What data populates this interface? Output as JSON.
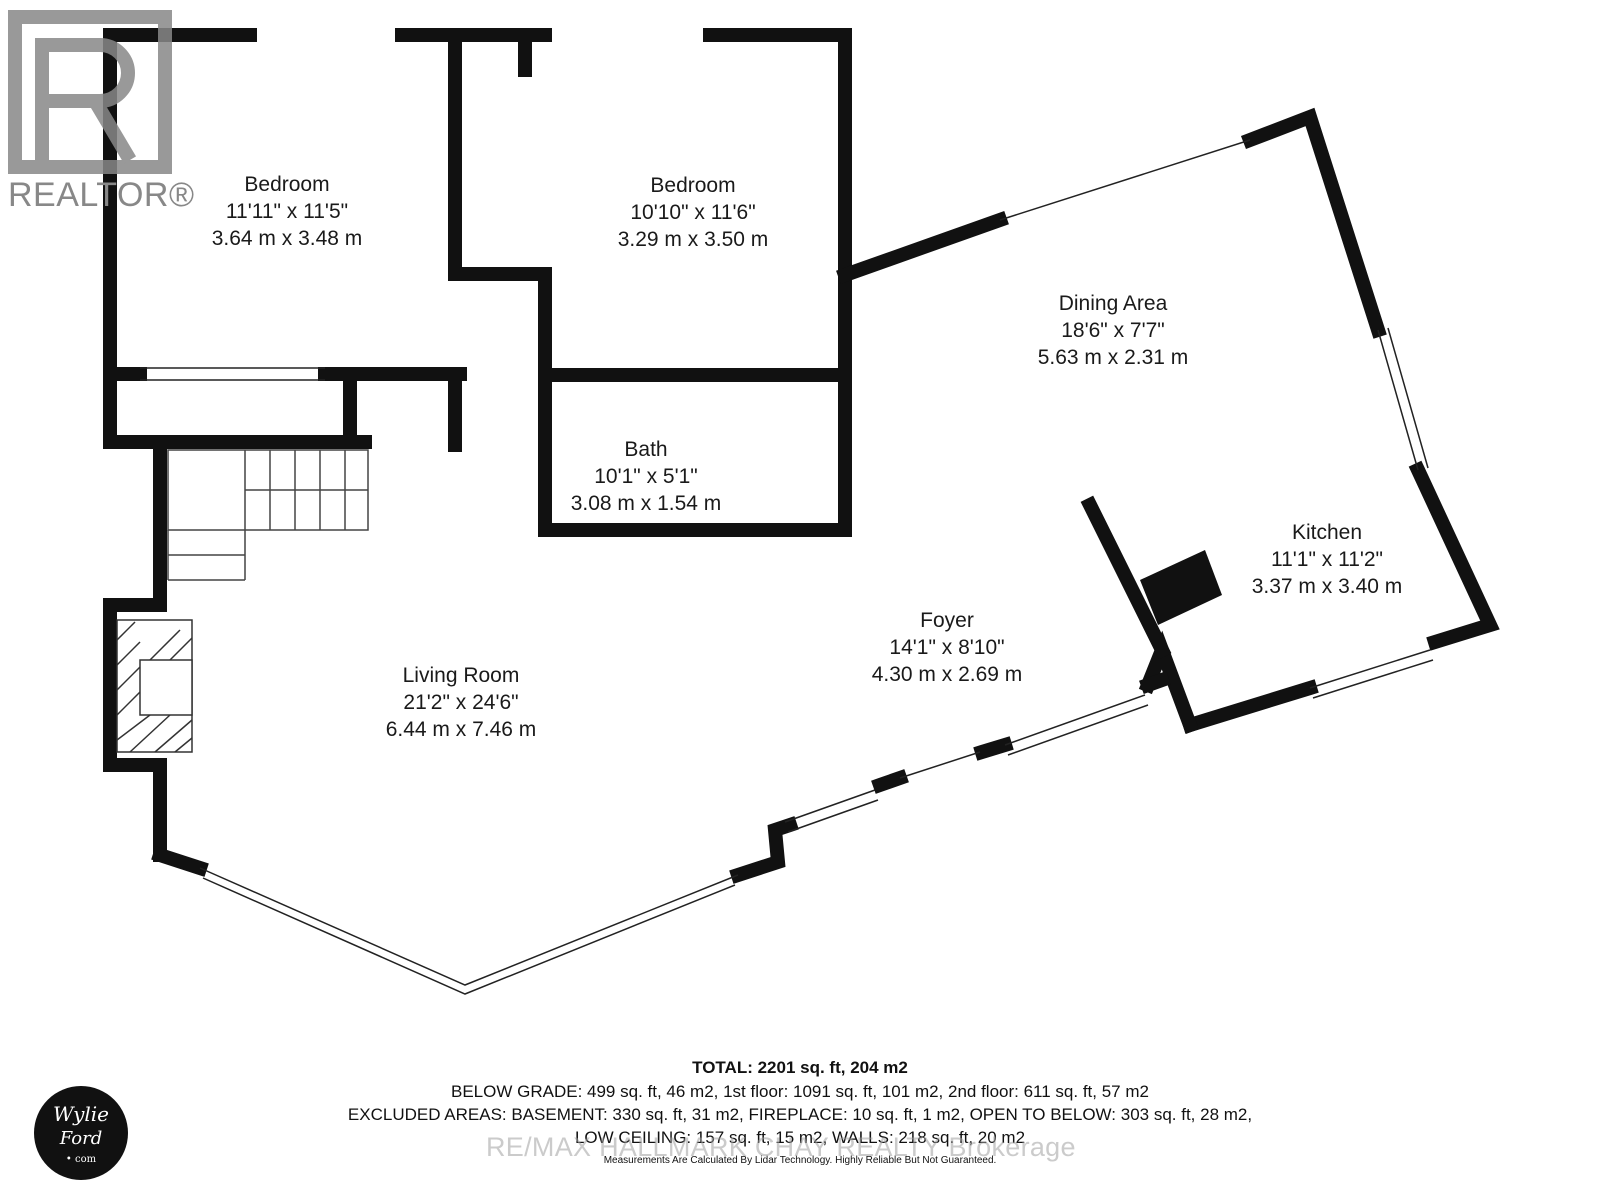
{
  "rooms": {
    "bedroom1": {
      "name": "Bedroom",
      "imperial": "11'11\" x 11'5\"",
      "metric": "3.64 m x 3.48 m"
    },
    "bedroom2": {
      "name": "Bedroom",
      "imperial": "10'10\" x 11'6\"",
      "metric": "3.29 m x 3.50 m"
    },
    "dining": {
      "name": "Dining Area",
      "imperial": "18'6\" x 7'7\"",
      "metric": "5.63 m x 2.31 m"
    },
    "bath": {
      "name": "Bath",
      "imperial": "10'1\" x 5'1\"",
      "metric": "3.08 m x 1.54 m"
    },
    "kitchen": {
      "name": "Kitchen",
      "imperial": "11'1\" x 11'2\"",
      "metric": "3.37 m x 3.40 m"
    },
    "foyer": {
      "name": "Foyer",
      "imperial": "14'1\" x 8'10\"",
      "metric": "4.30 m x 2.69 m"
    },
    "living": {
      "name": "Living Room",
      "imperial": "21'2\" x 24'6\"",
      "metric": "6.44 m x 7.46 m"
    }
  },
  "summary": {
    "total": "TOTAL: 2201 sq. ft, 204 m2",
    "line1": "BELOW GRADE: 499 sq. ft, 46 m2, 1st floor: 1091 sq. ft, 101 m2, 2nd floor: 611 sq. ft, 57 m2",
    "line2": "EXCLUDED AREAS: BASEMENT: 330 sq. ft, 31 m2, FIREPLACE: 10 sq. ft, 1 m2, OPEN TO BELOW: 303 sq. ft, 28 m2,",
    "line3": "LOW CEILING: 157 sq. ft, 15 m2, WALLS: 218 sq. ft, 20 m2",
    "disclaimer": "Measurements Are Calculated By Lidar Technology. Highly Reliable But Not Guaranteed."
  },
  "branding": {
    "realtor": "REALTOR®",
    "watermark": "RE/MAX HALLMARK CHAY REALTY Brokerage",
    "wylie_line1": "Wylie",
    "wylie_line2": "Ford",
    "wylie_line3": "• com"
  },
  "colors": {
    "wall": "#111111",
    "window": "#ffffff",
    "logo": "#888888"
  }
}
